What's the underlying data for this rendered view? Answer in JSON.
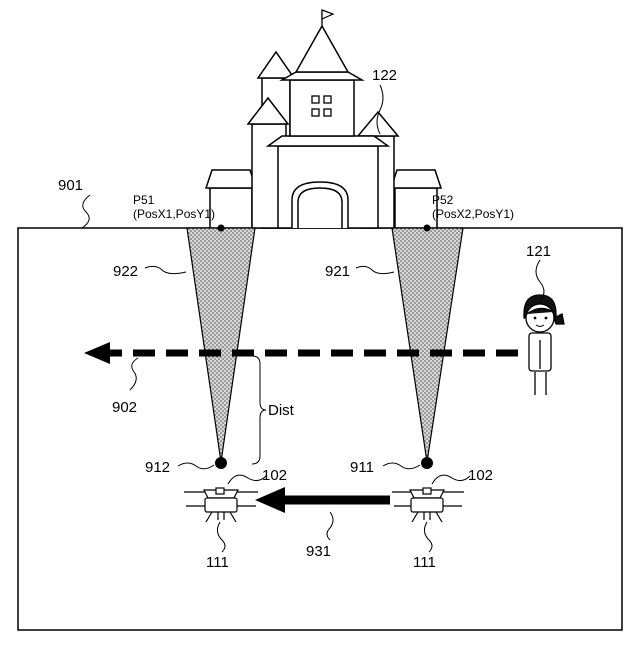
{
  "labels": {
    "area": "901",
    "route": "902",
    "building": "122",
    "person": "121",
    "drone": "102",
    "drone_unit": "111",
    "cone_right": "921",
    "cone_left": "922",
    "point_right": "911",
    "point_left": "912",
    "move_arrow": "931",
    "dist": "Dist",
    "p51_name": "P51",
    "p51_coords": "(PosX1,PosY1)",
    "p52_name": "P52",
    "p52_coords": "(PosX2,PosY1)"
  }
}
